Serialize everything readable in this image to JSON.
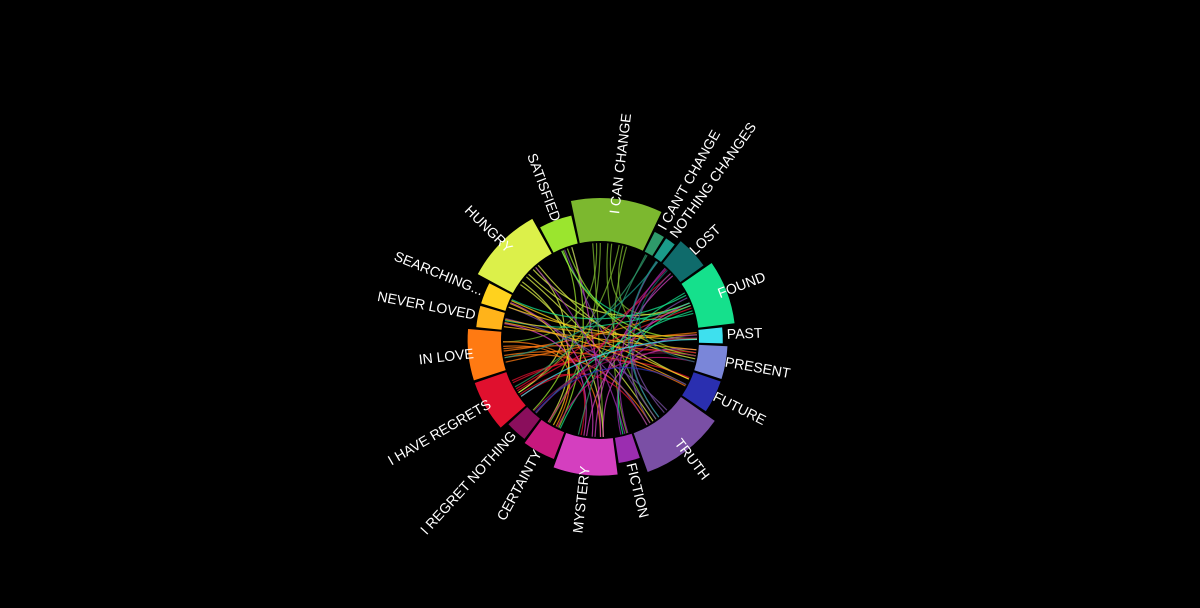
{
  "chart_data": {
    "type": "chord",
    "background": "#000000",
    "segments": [
      {
        "label": "SATISFIED",
        "color": "#9be52e",
        "weight": 6
      },
      {
        "label": "I CAN CHANGE",
        "color": "#7cb82f",
        "weight": 15
      },
      {
        "label": "I CAN'T CHANGE",
        "color": "#2e9a6a",
        "weight": 2
      },
      {
        "label": "NOTHING CHANGES",
        "color": "#1a9b8a",
        "weight": 2
      },
      {
        "label": "LOST",
        "color": "#0f6b6b",
        "weight": 6
      },
      {
        "label": "FOUND",
        "color": "#15e08c",
        "weight": 11
      },
      {
        "label": "PAST",
        "color": "#3ee0ee",
        "weight": 3
      },
      {
        "label": "PRESENT",
        "color": "#7a86d9",
        "weight": 6
      },
      {
        "label": "FUTURE",
        "color": "#2a2fb0",
        "weight": 6
      },
      {
        "label": "TRUTH",
        "color": "#7a4fa5",
        "weight": 14
      },
      {
        "label": "FICTION",
        "color": "#9b2db0",
        "weight": 4
      },
      {
        "label": "MYSTERY",
        "color": "#d43fbf",
        "weight": 11
      },
      {
        "label": "CERTAINTY",
        "color": "#c8187e",
        "weight": 6
      },
      {
        "label": "I REGRET NOTHING",
        "color": "#8a0e5c",
        "weight": 4
      },
      {
        "label": "I HAVE REGRETS",
        "color": "#e0102e",
        "weight": 9
      },
      {
        "label": "IN LOVE",
        "color": "#ff7a12",
        "weight": 9
      },
      {
        "label": "NEVER LOVED",
        "color": "#ffb31a",
        "weight": 4
      },
      {
        "label": "SEARCHING...",
        "color": "#ffd21e",
        "weight": 4
      },
      {
        "label": "HUNGRY",
        "color": "#dcf04a",
        "weight": 13
      }
    ],
    "links": [
      [
        1,
        11
      ],
      [
        1,
        14
      ],
      [
        1,
        9
      ],
      [
        1,
        15
      ],
      [
        1,
        7
      ],
      [
        1,
        5
      ],
      [
        1,
        12
      ],
      [
        1,
        10
      ],
      [
        18,
        5
      ],
      [
        18,
        9
      ],
      [
        18,
        11
      ],
      [
        18,
        14
      ],
      [
        18,
        7
      ],
      [
        18,
        12
      ],
      [
        18,
        8
      ],
      [
        15,
        5
      ],
      [
        15,
        9
      ],
      [
        15,
        11
      ],
      [
        15,
        7
      ],
      [
        15,
        8
      ],
      [
        15,
        6
      ],
      [
        15,
        12
      ],
      [
        14,
        5
      ],
      [
        14,
        9
      ],
      [
        14,
        7
      ],
      [
        14,
        4
      ],
      [
        14,
        11
      ],
      [
        14,
        8
      ],
      [
        11,
        5
      ],
      [
        11,
        4
      ],
      [
        11,
        7
      ],
      [
        11,
        16
      ],
      [
        11,
        17
      ],
      [
        11,
        0
      ],
      [
        9,
        5
      ],
      [
        9,
        4
      ],
      [
        9,
        16
      ],
      [
        9,
        17
      ],
      [
        9,
        0
      ],
      [
        9,
        3
      ],
      [
        5,
        12
      ],
      [
        5,
        13
      ],
      [
        5,
        16
      ],
      [
        5,
        17
      ],
      [
        5,
        0
      ],
      [
        5,
        10
      ],
      [
        0,
        6
      ],
      [
        0,
        12
      ],
      [
        0,
        7
      ],
      [
        0,
        13
      ],
      [
        16,
        7
      ],
      [
        16,
        6
      ],
      [
        16,
        8
      ],
      [
        17,
        6
      ],
      [
        17,
        8
      ],
      [
        17,
        12
      ],
      [
        12,
        7
      ],
      [
        12,
        4
      ],
      [
        13,
        7
      ],
      [
        13,
        6
      ],
      [
        10,
        4
      ],
      [
        10,
        6
      ],
      [
        2,
        14
      ],
      [
        2,
        11
      ],
      [
        3,
        15
      ],
      [
        3,
        9
      ],
      [
        4,
        7
      ],
      [
        6,
        14
      ],
      [
        8,
        13
      ],
      [
        10,
        18
      ]
    ]
  }
}
